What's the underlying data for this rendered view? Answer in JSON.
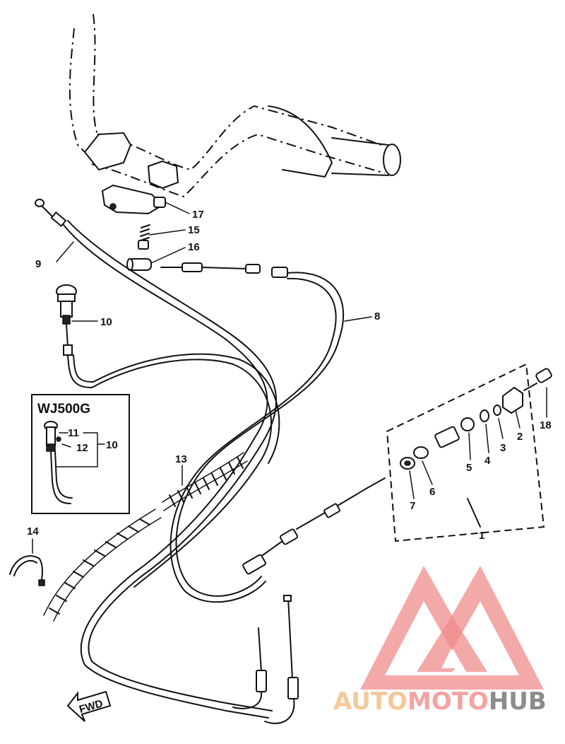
{
  "diagram": {
    "inset": {
      "title": "WJ500G",
      "labels": [
        "11",
        "12",
        "10"
      ]
    },
    "callouts": [
      {
        "id": "c17",
        "text": "17"
      },
      {
        "id": "c15",
        "text": "15"
      },
      {
        "id": "c16",
        "text": "16"
      },
      {
        "id": "c9",
        "text": "9"
      },
      {
        "id": "c10",
        "text": "10"
      },
      {
        "id": "c8",
        "text": "8"
      },
      {
        "id": "c18",
        "text": "18"
      },
      {
        "id": "c2",
        "text": "2"
      },
      {
        "id": "c3",
        "text": "3"
      },
      {
        "id": "c4",
        "text": "4"
      },
      {
        "id": "c5",
        "text": "5"
      },
      {
        "id": "c6",
        "text": "6"
      },
      {
        "id": "c7",
        "text": "7"
      },
      {
        "id": "c1",
        "text": "1"
      },
      {
        "id": "c13",
        "text": "13"
      },
      {
        "id": "c14",
        "text": "14"
      }
    ],
    "fwd_label": "FWD"
  },
  "watermark": {
    "part1": "AUTO",
    "part2": "MOTO",
    "part3": "HUB",
    "colors": {
      "auto": "#f4c99a",
      "moto": "#f3a3a1",
      "hub": "#8c8c8c",
      "logo": "#f08c8c"
    }
  }
}
